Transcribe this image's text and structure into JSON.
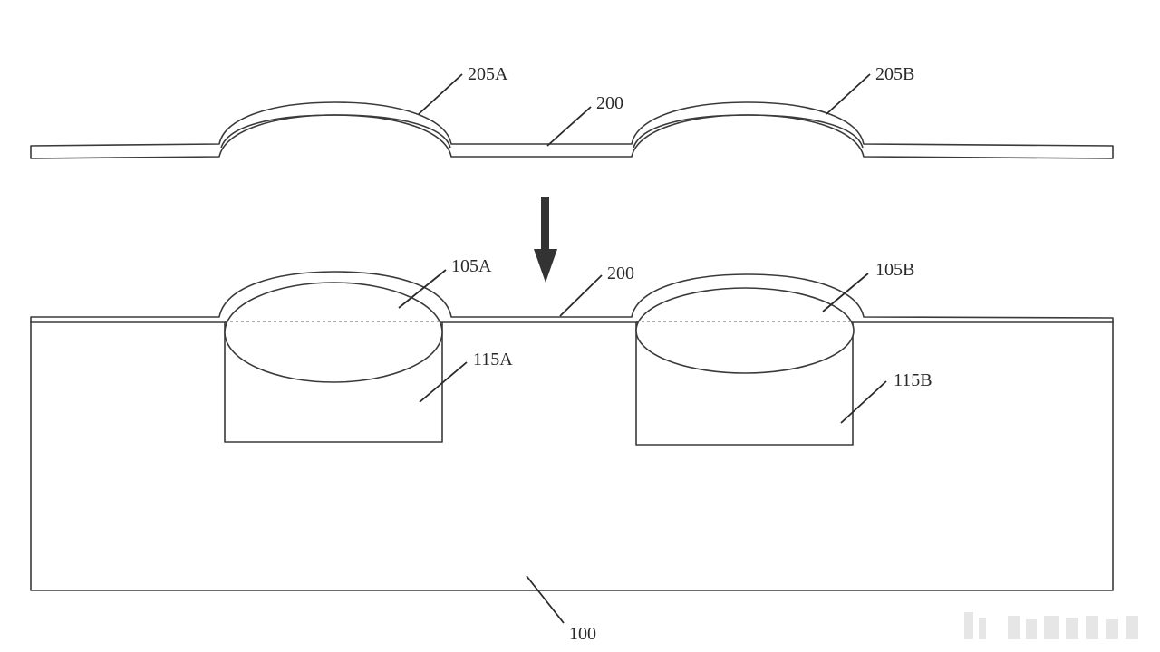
{
  "labels": {
    "film_bump_a": "205A",
    "film_bump_b": "205B",
    "film_top": "200",
    "film_bottom": "200",
    "lens_a": "105A",
    "lens_b": "105B",
    "cavity_a": "115A",
    "cavity_b": "115B",
    "substrate": "100"
  },
  "colors": {
    "line": "#3a3a3a",
    "arrow": "#333333",
    "background": "#ffffff"
  },
  "icons": {
    "process_arrow": "arrow-down-icon"
  }
}
